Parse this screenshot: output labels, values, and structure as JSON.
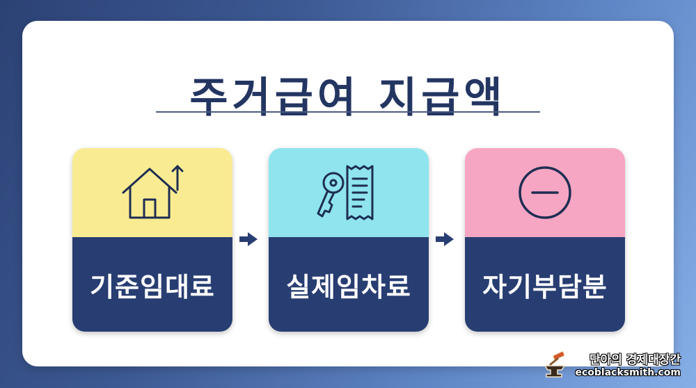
{
  "title": "주거급여 지급액",
  "steps": [
    {
      "label": "기준임대료",
      "icon": "house-up-arrow-icon",
      "color": "#f9eb92"
    },
    {
      "label": "실제임차료",
      "icon": "key-receipt-icon",
      "color": "#8fe4ee"
    },
    {
      "label": "자기부담분",
      "icon": "minus-circle-icon",
      "color": "#f6a6c3"
    }
  ],
  "colors": {
    "navy": "#283e72",
    "title": "#233561"
  },
  "watermark": {
    "line1": "단아의 경제대장간",
    "line2": "ecoblacksmith.com",
    "icon": "anvil-hammer-icon"
  }
}
